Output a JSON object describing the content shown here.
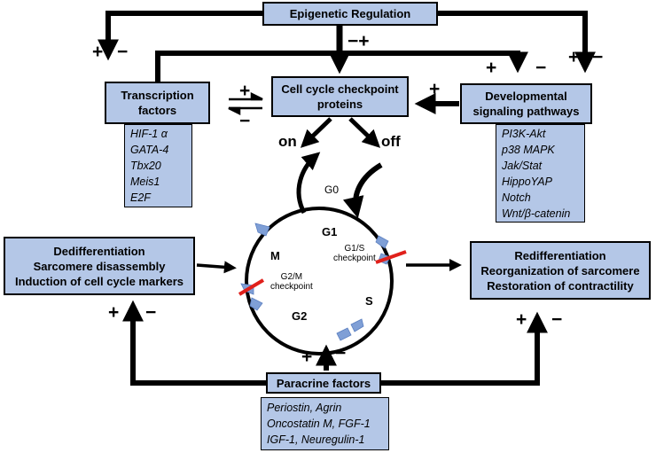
{
  "epigenetic_regulation": "Epigenetic Regulation",
  "transcription_factors": {
    "title_lines": [
      "Transcription",
      "factors"
    ],
    "items": [
      "HIF-1 α",
      "GATA-4",
      "Tbx20",
      "Meis1",
      "E2F"
    ]
  },
  "cell_cycle_checkpoint_proteins": [
    "Cell cycle checkpoint",
    "proteins"
  ],
  "developmental_signaling": {
    "title_lines": [
      "Developmental",
      "signaling pathways"
    ],
    "items": [
      "PI3K-Akt",
      "p38 MAPK",
      "Jak/Stat",
      "HippoYAP",
      "Notch",
      "Wnt/β-catenin"
    ]
  },
  "dedifferentiation": [
    "Dedifferentiation",
    "Sarcomere disassembly",
    "Induction of cell cycle markers"
  ],
  "redifferentiation": [
    "Redifferentiation",
    "Reorganization of sarcomere",
    "Restoration of contractility"
  ],
  "paracrine": {
    "title": "Paracrine factors",
    "items": [
      "Periostin, Agrin",
      "Oncostatin M, FGF-1",
      "IGF-1, Neuregulin-1"
    ]
  },
  "cycle": {
    "on": "on",
    "off": "off",
    "g0": "G0",
    "g1": "G1",
    "s": "S",
    "g2": "G2",
    "m": "M",
    "g1s_checkpoint": [
      "G1/S",
      "checkpoint"
    ],
    "g2m_checkpoint": [
      "G2/M",
      "checkpoint"
    ]
  },
  "signs": {
    "plus": "+",
    "minus": "−",
    "plus_minus": "−+"
  },
  "colors": {
    "box_fill": "#b4c7e7",
    "checkpoint_red": "#e0201b",
    "cyclin_blue": "#7f9fd6"
  }
}
